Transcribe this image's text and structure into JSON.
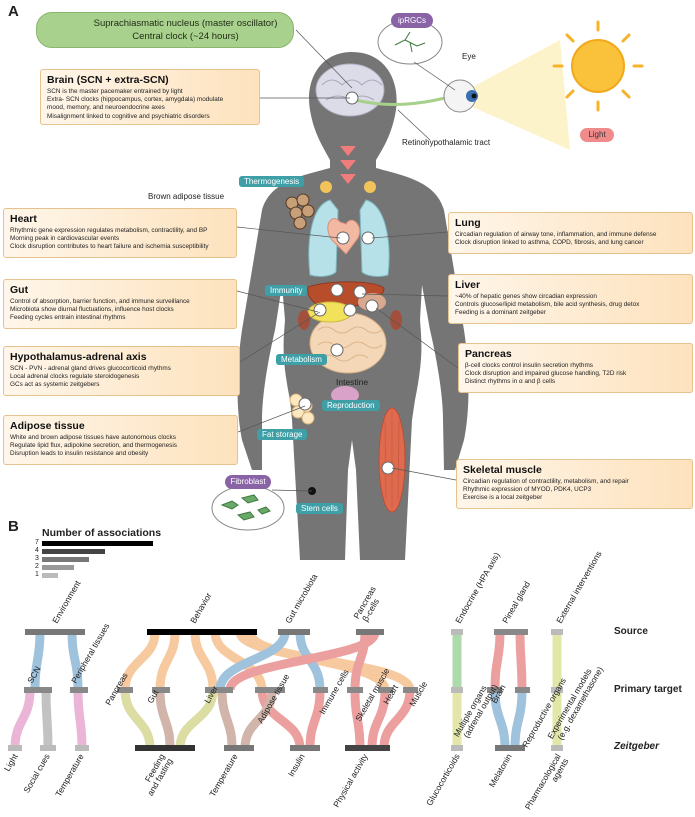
{
  "panel_a_label": "A",
  "panel_b_label": "B",
  "scn": {
    "line1": "Suprachiasmatic nucleus (master oscillator)",
    "line2": "Central clock (~24 hours)"
  },
  "ipRGCs": "ipRGCs",
  "eye": "Eye",
  "light": "Light",
  "retinotract": "Retinohypothalamic tract",
  "brown_adipose": "Brown adipose tissue",
  "intestine": "Intestine",
  "tags": {
    "thermogenesis": "Thermogenesis",
    "immunity": "Immunity",
    "metabolism": "Metabolism",
    "reproduction": "Reproduction",
    "fat_storage": "Fat storage",
    "stem_cells": "Stem cells",
    "fibroblast": "Fibroblast"
  },
  "boxes": {
    "brain": {
      "title": "Brain (SCN + extra-SCN)",
      "lines": [
        "SCN is the master pacemaker entrained by light",
        "Extra- SCN clocks (hippocampus, cortex, amygdala) modulate",
        "mood, memory, and neuroendocrine axes",
        "Misalignment linked to cognitive and psychiatric disorders"
      ]
    },
    "heart": {
      "title": "Heart",
      "lines": [
        "Rhythmic gene expression regulates metabolism, contractility, and BP",
        "Morning peak in cardiovascular events",
        "Clock disruption contributes to heart failure and ischemia susceptibility"
      ]
    },
    "gut": {
      "title": "Gut",
      "lines": [
        "Control of absorption, barrier function, and immune surveillance",
        "Microbiota show diurnal fluctuations, influence host clocks",
        "Feeding cycles entrain intestinal rhythms"
      ]
    },
    "hpa": {
      "title": "Hypothalamus-adrenal axis",
      "lines": [
        "SCN - PVN - adrenal gland drives glucocorticoid rhythms",
        "Local adrenal clocks regulate steroidogenesis",
        "GCs act as systemic zeitgebers"
      ]
    },
    "adipose": {
      "title": "Adipose tissue",
      "lines": [
        "White and brown adipose tissues have autonomous clocks",
        "Regulate lipid flux, adipokine secretion, and thermogenesis",
        "Disruption leads to insulin resistance and obesity"
      ]
    },
    "lung": {
      "title": "Lung",
      "lines": [
        "Circadian regulation of airway tone, inflammation, and immune defense",
        "Clock disruption linked to asthma, COPD, fibrosis, and lung cancer"
      ]
    },
    "liver": {
      "title": "Liver",
      "lines": [
        "~40% of hepatic genes show circadian expression",
        "Controls glucose/lipid metabolism, bile acid synthesis, drug detox",
        "Feeding is a dominant zeitgeber"
      ]
    },
    "pancreas": {
      "title": "Pancreas",
      "lines": [
        "β-cell clocks control insulin secretion rhythms",
        "Clock disruption and impaired glucose handling, T2D risk",
        "Distinct rhythms in α and β cells"
      ]
    },
    "muscle": {
      "title": "Skeletal muscle",
      "lines": [
        "Circadian regulation of contractility, metabolism, and repair",
        "Rhythmic expression of MYOD, PDK4, UCP3",
        "Exercise is a local zeitgeber"
      ]
    }
  },
  "legend": {
    "title": "Number of associations",
    "levels": [
      "7",
      "4",
      "3",
      "2",
      "1"
    ]
  },
  "row_labels": {
    "source": "Source",
    "primary": "Primary target",
    "zeitgeber": "Zeitgeber"
  },
  "sources": [
    "Environment",
    "Behavior",
    "Gut microbiota",
    "Pancreas\nβ-cells",
    "Endocrine (HPA axis)",
    "Pineal gland",
    "External interventions"
  ],
  "primary_targets": [
    "SCN",
    "Peripheral tissues",
    "Pancreas",
    "Gut",
    "Liver",
    "Adipose tissue",
    "Immune cells",
    "Skeletal muscle",
    "Heart",
    "Muscle",
    "Multiple organs\n(adrenal output)",
    "Brain",
    "Reproductive organs",
    "Experimental models\n(e.g. dexamethasone)"
  ],
  "zeitgebers": [
    "Light",
    "Social cues",
    "Temperature",
    "Feeding\nand fasting",
    "Temperature",
    "Insulin",
    "Physical activity",
    "Glucocorticoids",
    "Melatonin",
    "Pharmacological\nagents"
  ],
  "colors": {
    "blue": "#8fb8d8",
    "gray": "#b8b8b8",
    "pink": "#e7a9cf",
    "orange": "#f6c08e",
    "olive": "#d5d893",
    "brown": "#c9a89c",
    "red": "#e98f8f",
    "green": "#9fd49c",
    "yellowgreen": "#dde39a"
  }
}
